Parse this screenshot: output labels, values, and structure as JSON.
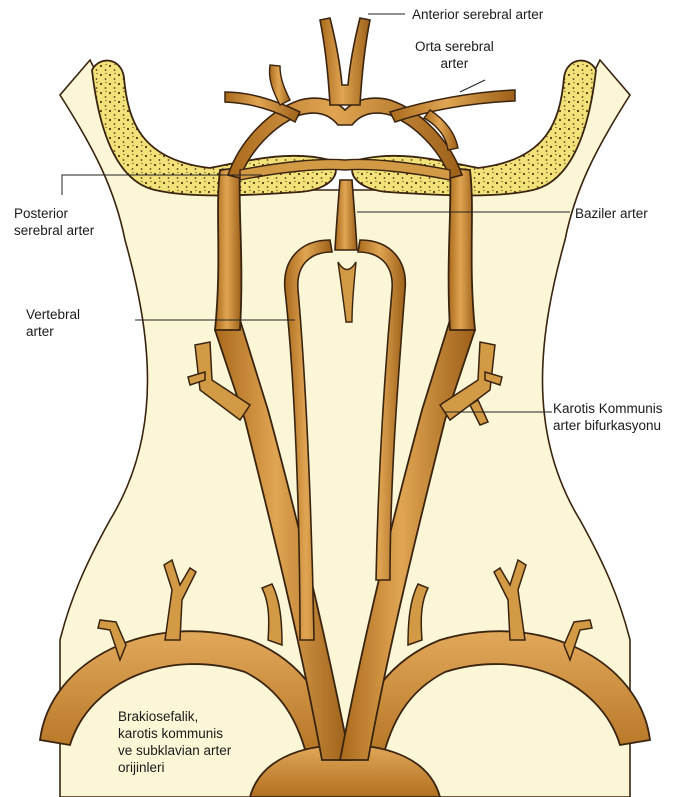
{
  "labels": {
    "anterior_cerebral": "Anterior serebral arter",
    "middle_cerebral": "Orta serebral\narter",
    "posterior_cerebral": "Posterior\nserebral arter",
    "basilar": "Baziler arter",
    "vertebral": "Vertebral\narter",
    "carotid_bifurcation": "Karotis Kommunis\narter bifurkasyonu",
    "origins": "Brakiosefalik,\nkarotis kommunis\nve subklavian arter\norijinleri"
  },
  "colors": {
    "artery_fill": "#c9852c",
    "artery_light": "#e2a85a",
    "artery_outline": "#3a2410",
    "brain_fill": "#f2e27a",
    "brain_dots": "#5a3a14",
    "neck_background": "#fbf6d6",
    "leader_line": "#222222"
  }
}
